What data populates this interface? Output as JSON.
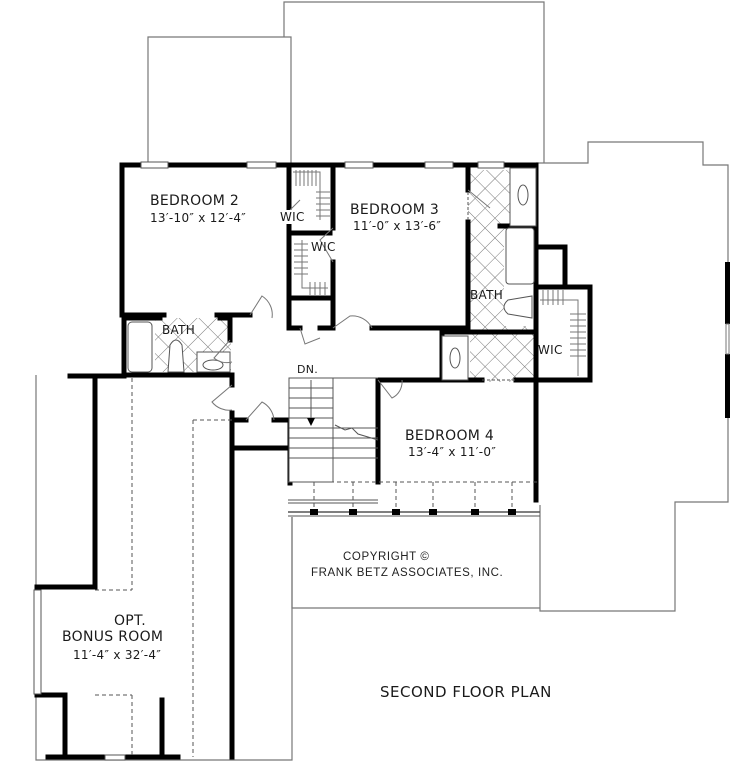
{
  "plan": {
    "title": "SECOND FLOOR PLAN",
    "copyright_line1": "COPYRIGHT ©",
    "copyright_line2": "FRANK BETZ ASSOCIATES, INC."
  },
  "rooms": {
    "bedroom2": {
      "name": "BEDROOM 2",
      "dims": "13′-10″ x 12′-4″"
    },
    "bedroom3": {
      "name": "BEDROOM 3",
      "dims": "11′-0″ x 13′-6″"
    },
    "bedroom4": {
      "name": "BEDROOM 4",
      "dims": "13′-4″ x 11′-0″"
    },
    "bonus": {
      "name_line1": "OPT.",
      "name_line2": "BONUS ROOM",
      "dims": "11′-4″ x 32′-4″"
    },
    "bath_left": {
      "name": "BATH"
    },
    "bath_right": {
      "name": "BATH"
    },
    "wic1": {
      "name": "WIC"
    },
    "wic2": {
      "name": "WIC"
    },
    "wic3": {
      "name": "WIC"
    },
    "stairs": {
      "label": "DN."
    }
  },
  "colors": {
    "wall": "#000000",
    "outline": "#777777",
    "background": "#ffffff"
  }
}
